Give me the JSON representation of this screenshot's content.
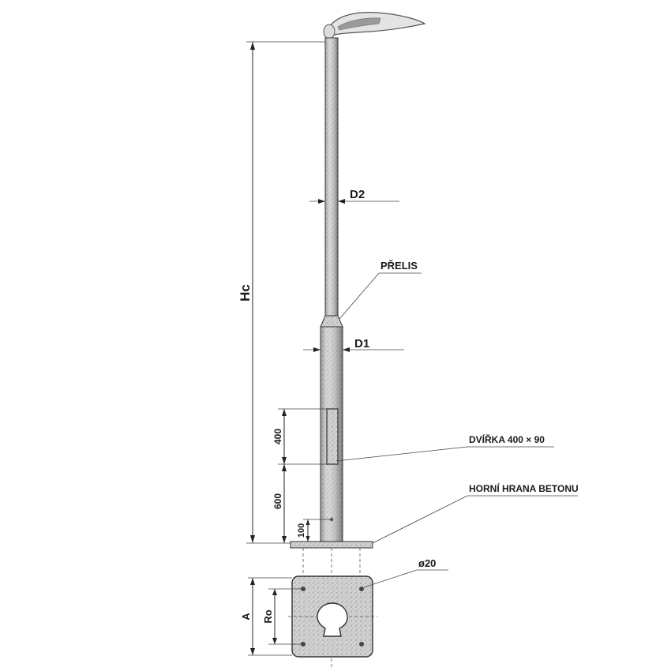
{
  "labels": {
    "hc": "Hc",
    "d2": "D2",
    "d1": "D1",
    "prelis": "PŘELIS",
    "door": "DVÍŘKA 400 × 90",
    "concrete_top": "HORNÍ HRANA BETONU",
    "dim_400": "400",
    "dim_600": "600",
    "dim_100": "100",
    "hole_dia": "ø20",
    "a": "A",
    "ro": "Ro"
  },
  "colors": {
    "metal_fill": "#c9c9c9",
    "metal_dark": "#6d6d6d",
    "line": "#222222",
    "background": "#ffffff"
  },
  "icons": {
    "luminaire": "street-lamp-head-icon",
    "cable_hole": "keyhole-opening-icon"
  }
}
